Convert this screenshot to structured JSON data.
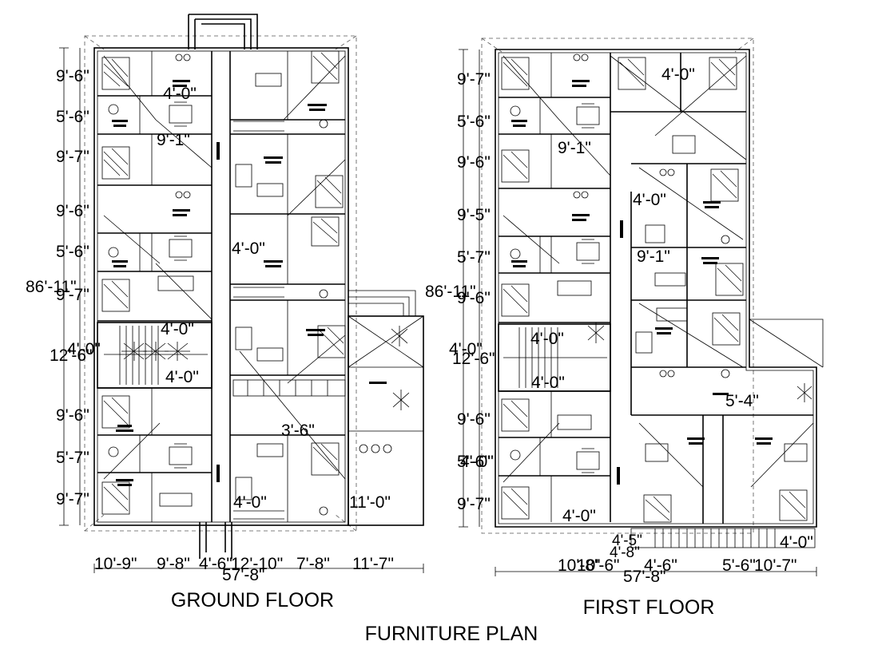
{
  "captions": {
    "ground_floor": "GROUND FLOOR",
    "first_floor": "FIRST FLOOR",
    "sheet_title": "FURNITURE PLAN"
  },
  "ground_floor": {
    "total_depth": "86'-11\"",
    "stair_width": "12'-6\"",
    "stair_width_overlap": "4'-0\"",
    "left_dims": [
      "9'-6\"",
      "5'-6\"",
      "9'-7\"",
      "9'-6\"",
      "5'-6\"",
      "9'-7\"",
      "9'-6\"",
      "5'-7\"",
      "9'-7\""
    ],
    "interior_dims": [
      "4'-0\"",
      "9'-1\"",
      "4'-0\"",
      "4'-0\"",
      "4'-0\"",
      "3'-6\"",
      "4'-0\"",
      "11'-0\""
    ],
    "bottom_dims": [
      "10'-9\"",
      "9'-8\"",
      "4'-6\"",
      "12'-10\"",
      "7'-8\"",
      "11'-7\""
    ],
    "total_width": "57'-8\""
  },
  "first_floor": {
    "total_depth": "86'-11\"",
    "stair_width": "12'-6\"",
    "stair_width_overlap": "4'-0\"",
    "left_dims": [
      "9'-7\"",
      "5'-6\"",
      "9'-6\"",
      "9'-5\"",
      "5'-7\"",
      "9'-6\"",
      "9'-6\"",
      "5'-6\"",
      "9'-7\""
    ],
    "interior_dims": [
      "4'-0\"",
      "9'-1\"",
      "4'-0\"",
      "9'-1\"",
      "4'-0\"",
      "4'-0\"",
      "5'-4\"",
      "4'-0\"",
      "4'-5\"",
      "4'-0\""
    ],
    "bottom_dims": [
      "10'-8\"",
      "10'-6\"",
      "4'-6\"",
      "5'-6\"",
      "10'-7\""
    ],
    "bottom_dim_small": "4'-8\"",
    "total_width": "57'-8\""
  }
}
